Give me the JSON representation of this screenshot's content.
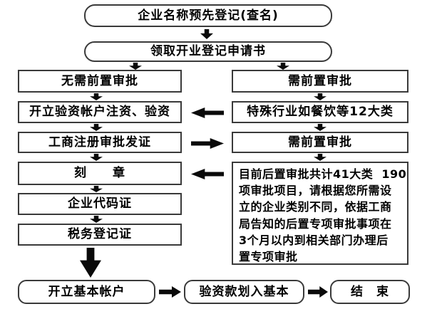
{
  "nodes": {
    "pre_name_registration": "企业名称预先登记(查名)",
    "get_application_form": "领取开业登记申请书",
    "left": [
      "无需前置审批",
      "开立验资帐户注资、验资",
      "工商注册审批发证",
      "刻　　章",
      "企业代码证",
      "税务登记证"
    ],
    "right": [
      "需前置审批",
      "特殊行业如餐饮等12大类",
      "需前置审批"
    ],
    "note_lines": [
      "目前后置审批共计41大类  190",
      "项审批项目，请根据您所需设",
      "立的企业类别不同，依据工商",
      "局告知的后置专项审批事项在",
      "3个月以内到相关部门办理后",
      "置专项审批"
    ],
    "bottom": [
      "开立基本帐户",
      "验资款划入基本",
      "结　束"
    ]
  },
  "colors": {
    "background": "#ffffff",
    "node_fill": "#ffffff",
    "border": "#3a3a3a",
    "text": "#000000",
    "arrow": "#0a0a0a"
  }
}
